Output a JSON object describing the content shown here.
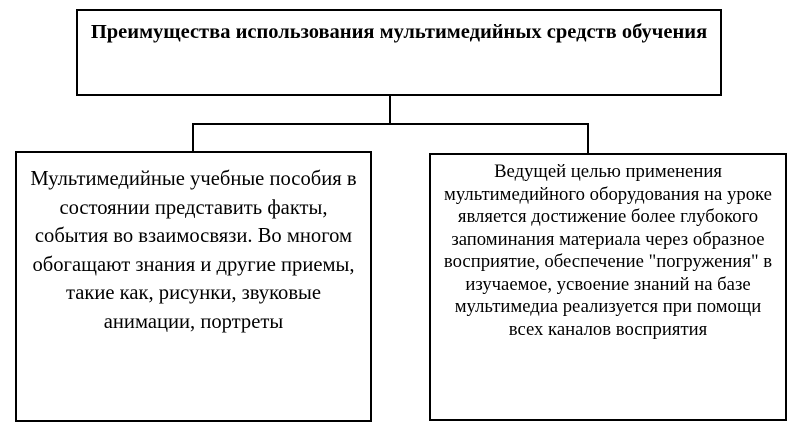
{
  "diagram": {
    "type": "hierarchy",
    "colors": {
      "background": "#ffffff",
      "box_border": "#000000",
      "connector": "#000000",
      "text": "#000000"
    },
    "root": {
      "label": "Преимущества использования мультимедийных средств обучения"
    },
    "children": [
      {
        "id": "left",
        "lines": [
          "Мультимедийные учебные пособия в",
          "состоянии представить факты,",
          "события во взаимосвязи. Во многом",
          "обогащают знания и другие приемы,",
          "такие как, рисунки, звуковые",
          "анимации, портреты"
        ]
      },
      {
        "id": "right",
        "lines": [
          "Ведущей целью применения",
          "мультимедийного оборудования на уроке",
          "является достижение более глубокого",
          "запоминания материала через образное",
          "восприятие, обеспечение \"погружения\" в",
          "изучаемое, усвоение знаний на базе",
          "мультимедиа реализуется при помощи",
          "всех каналов восприятия"
        ]
      }
    ]
  }
}
